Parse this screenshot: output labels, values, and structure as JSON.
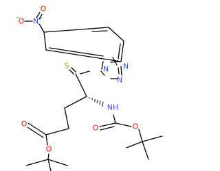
{
  "molecule": {
    "atom_labels": {
      "nitro_n": "N",
      "nitro_o_minus": "O",
      "nitro_o_double": "O",
      "nitro_charge_plus": "+",
      "nitro_charge_minus": "-",
      "triazole_n1": "N",
      "triazole_n2": "N",
      "triazole_n3": "N",
      "thione_s": "S",
      "carbamate_nh": "NH",
      "carbamate_o_carbonyl": "O",
      "carbamate_o_ether": "O",
      "ester_o_carbonyl": "O",
      "ester_o_ether": "O"
    },
    "colors": {
      "bond": "#000000",
      "nitrogen": "#3050f8",
      "oxygen": "#ff0d0d",
      "sulfur": "#b8a000",
      "carbon": "#000000"
    }
  }
}
